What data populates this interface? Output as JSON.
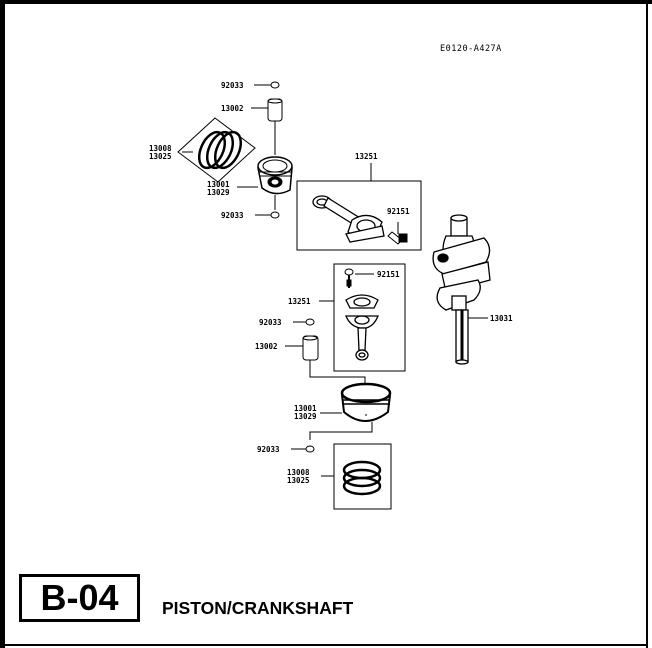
{
  "diagram_code": "E0120-A427A",
  "section_code": "B-04",
  "section_title": "PISTON/CRANKSHAFT",
  "labels": {
    "snap_ring_top_1": "92033",
    "piston_pin_1": "13002",
    "ring_set_1a": "13008",
    "ring_set_1b": "13025",
    "piston_1a": "13001",
    "piston_1b": "13029",
    "snap_ring_bottom_1": "92033",
    "conrod_1": "13251",
    "bolt_1": "92151",
    "bolt_2": "92151",
    "conrod_2": "13251",
    "snap_ring_top_2": "92033",
    "piston_pin_2": "13002",
    "crankshaft": "13031",
    "piston_2a": "13001",
    "piston_2b": "13029",
    "snap_ring_bottom_2": "92033",
    "ring_set_2a": "13008",
    "ring_set_2b": "13025"
  }
}
